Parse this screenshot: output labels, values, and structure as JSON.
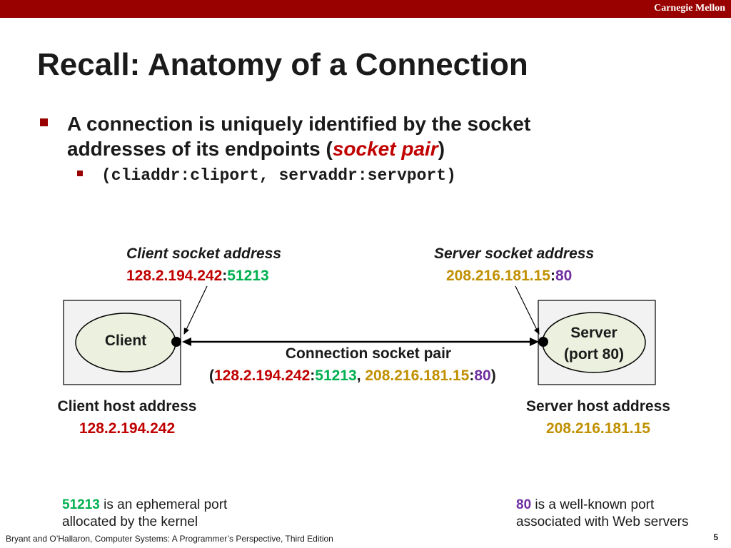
{
  "header": {
    "brand": "Carnegie Mellon"
  },
  "title": "Recall: Anatomy of a Connection",
  "bullet": {
    "line1": "A connection is uniquely identified by the socket",
    "line2_before": "addresses of its endpoints (",
    "line2_em": "socket pair",
    "line2_after": ")",
    "sub": "(cliaddr:cliport, servaddr:servport)"
  },
  "client_socket": {
    "label": "Client socket address",
    "ip": "128.2.194.242",
    "colon": ":",
    "port": "51213"
  },
  "server_socket": {
    "label": "Server socket address",
    "ip": "208.216.181.15",
    "colon": ":",
    "port": "80"
  },
  "client": {
    "label": "Client"
  },
  "server": {
    "label_line1": "Server",
    "label_line2": "(port 80)"
  },
  "connection": {
    "label": "Connection socket pair",
    "open": "(",
    "client_ip": "128.2.194.242",
    "colon1": ":",
    "client_port": "51213",
    "comma": ", ",
    "server_ip": "208.216.181.15",
    "colon2": ":",
    "server_port": "80",
    "close": ")"
  },
  "client_host": {
    "label": "Client host address",
    "ip": "128.2.194.242"
  },
  "server_host": {
    "label": "Server host address",
    "ip": "208.216.181.15"
  },
  "notes": {
    "left_port": "51213",
    "left_line1": " is an ephemeral port",
    "left_line2": "allocated by the kernel",
    "right_port": "80",
    "right_line1": " is a well-known port",
    "right_line2": "associated with Web servers"
  },
  "footer": "Bryant and O’Hallaron, Computer Systems: A Programmer’s Perspective, Third Edition",
  "page_number": "5",
  "colors": {
    "brand_red": "#990000",
    "client_ip": "#c00000",
    "client_port": "#00b050",
    "server_ip": "#c09000",
    "server_port": "#7030a0",
    "node_fill": "#ebf1de",
    "host_box_fill": "#f2f2f2"
  }
}
